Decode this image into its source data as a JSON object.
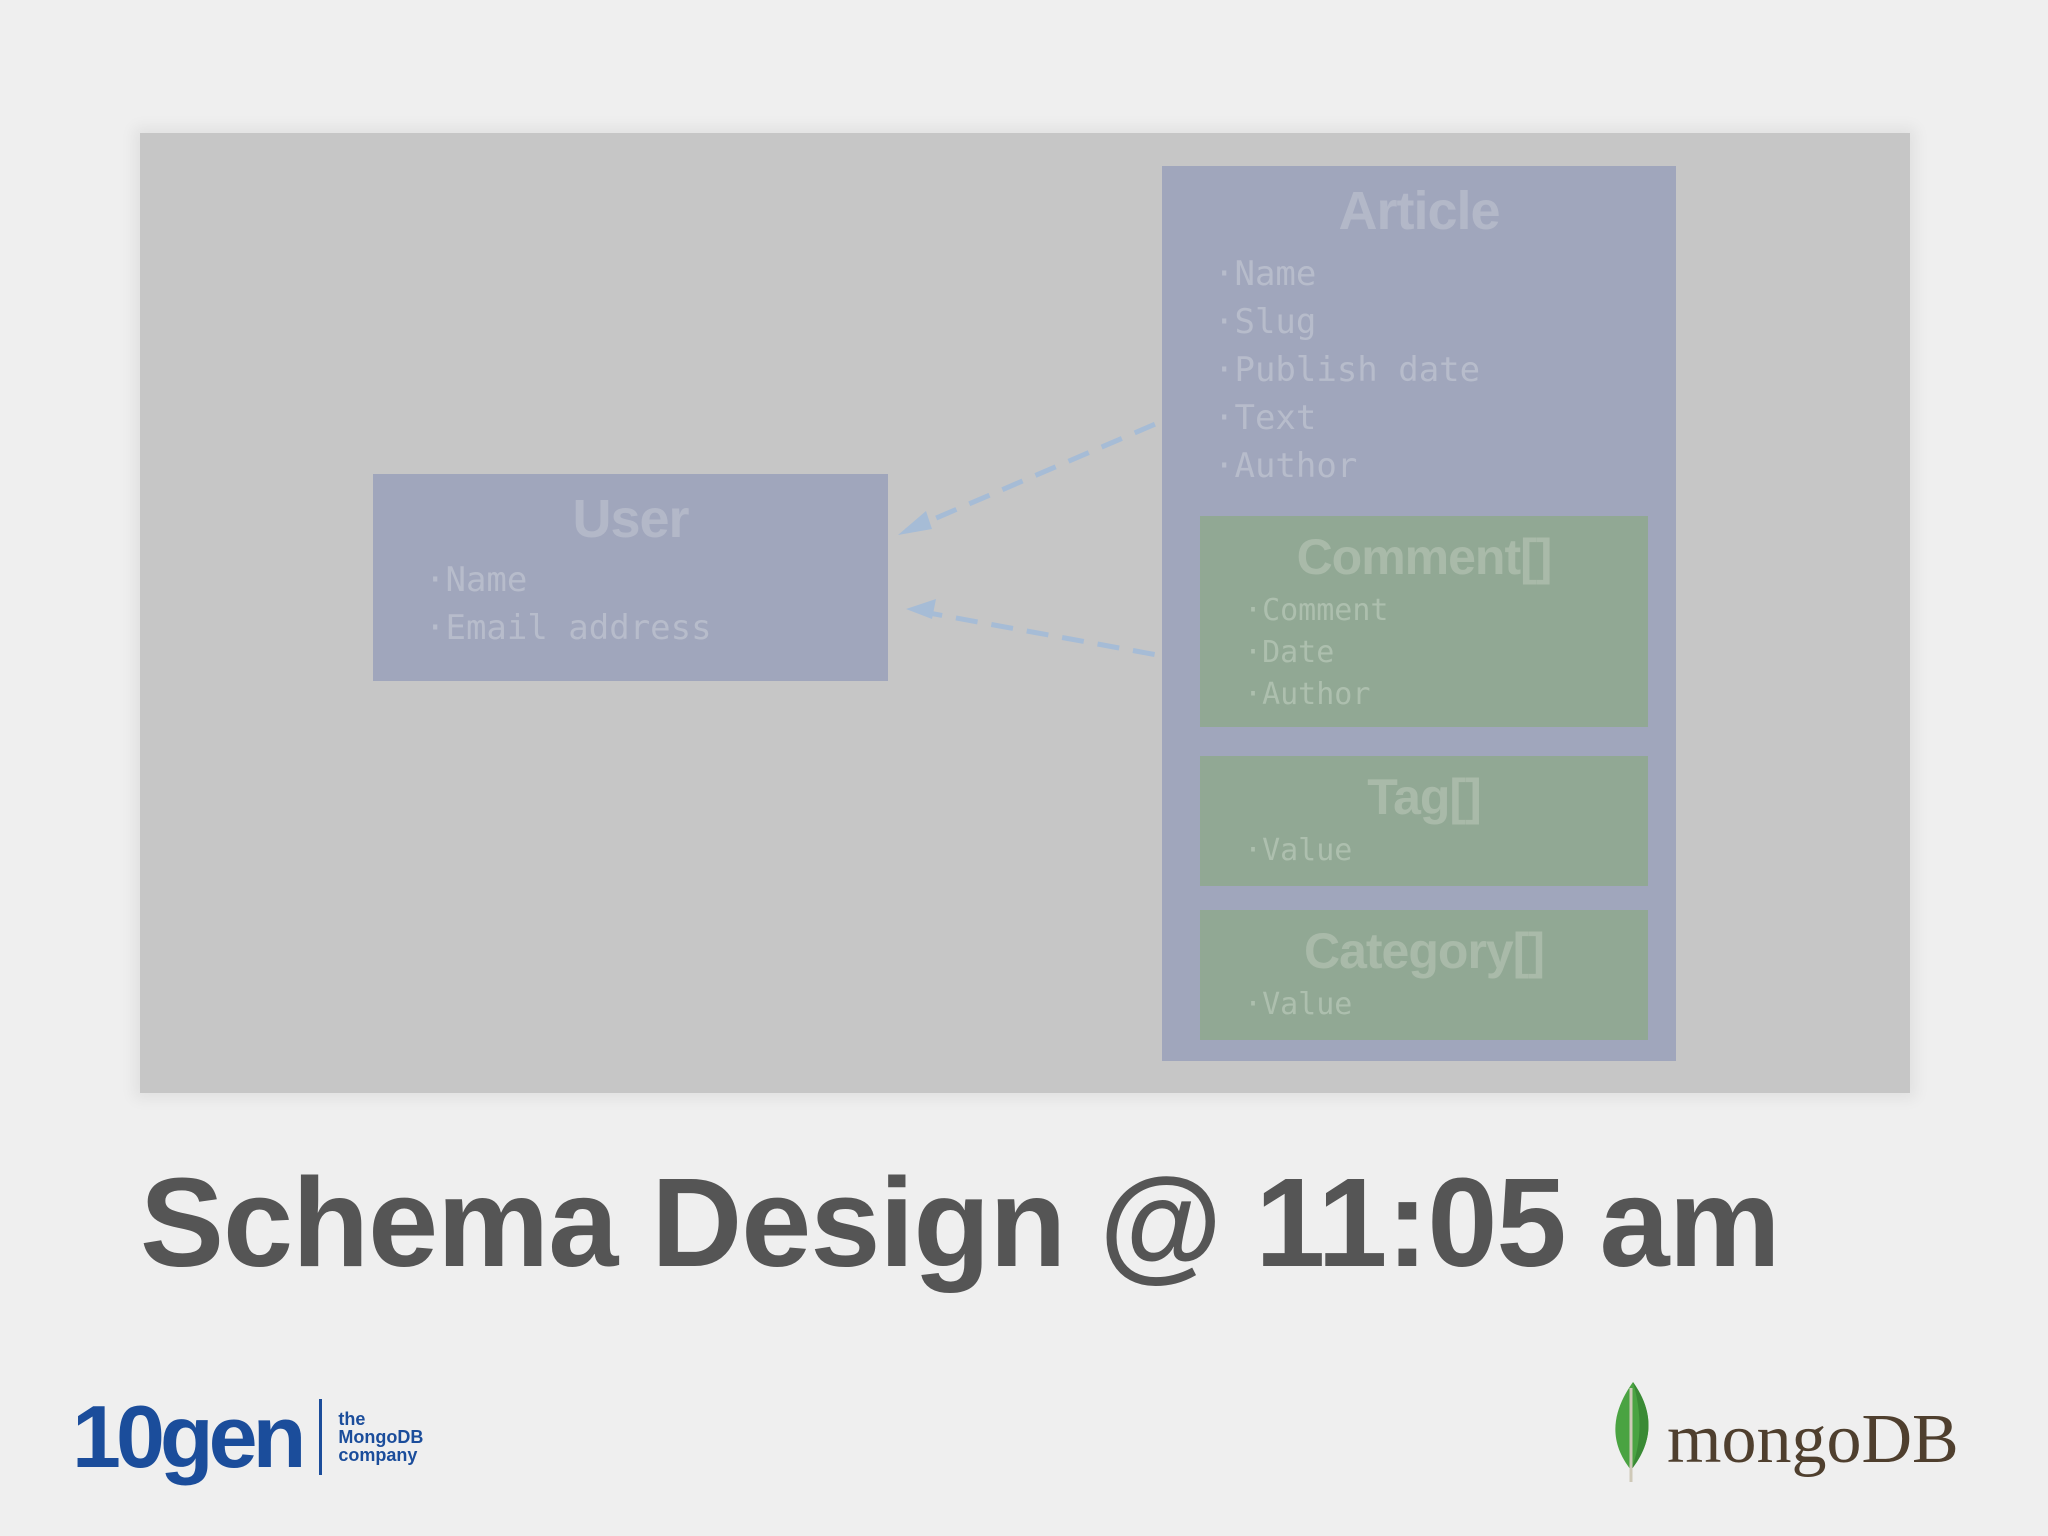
{
  "diagram": {
    "user": {
      "title": "User",
      "fields": [
        "Name",
        "Email address"
      ]
    },
    "article": {
      "title": "Article",
      "fields": [
        "Name",
        "Slug",
        "Publish date",
        "Text",
        "Author"
      ],
      "comment": {
        "title": "Comment[]",
        "fields": [
          "Comment",
          "Date",
          "Author"
        ]
      },
      "tag": {
        "title": "Tag[]",
        "fields": [
          "Value"
        ]
      },
      "category": {
        "title": "Category[]",
        "fields": [
          "Value"
        ]
      }
    }
  },
  "slide": {
    "title": "Schema Design @ 11:05 am"
  },
  "logos": {
    "tengen": {
      "wordmark": "10gen",
      "tagline": [
        "the",
        "MongoDB",
        "company"
      ]
    },
    "mongodb": {
      "wordmark": "mongoDB"
    }
  },
  "colors": {
    "background": "#efefef",
    "frame": "#c6c6c6",
    "entity_box": "#a0a6bc",
    "embedded_box": "#91a894",
    "arrow": "#a6bcd6",
    "title_text": "#555555",
    "tengen_blue": "#1b4d9b",
    "mongodb_leaf": "#4aa342",
    "mongodb_text": "#4f3f2e"
  }
}
